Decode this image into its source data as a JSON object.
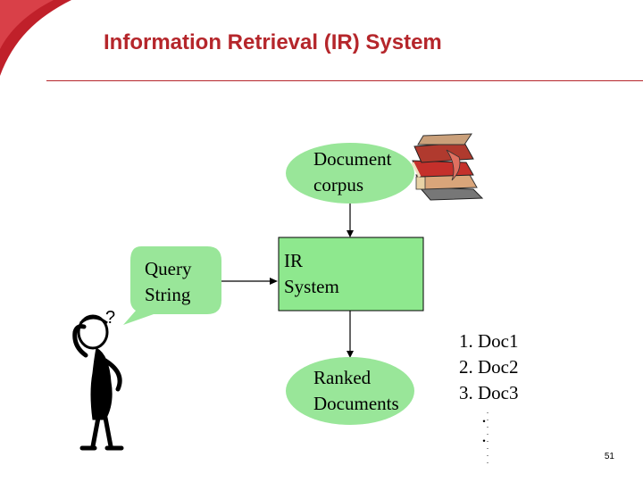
{
  "slide": {
    "title": "Information Retrieval (IR) System",
    "page_number": "51"
  },
  "nodes": {
    "document_corpus": "Document\ncorpus",
    "query_string": "Query\nString",
    "ir_system": "IR\nSystem",
    "ranked_documents": "Ranked\nDocuments"
  },
  "results": [
    "1. Doc1",
    "2. Doc2",
    "3. Doc3"
  ],
  "results_continuation": [
    ".",
    "."
  ],
  "thought_mark": "?",
  "colors": {
    "title": "#b5262b",
    "node_fill": "#99e699",
    "ir_box_fill": "#8ee88e",
    "speech_fill": "#99e699",
    "accent_red": "#c0202a"
  },
  "icons": [
    "books-icon",
    "thinking-person-icon"
  ]
}
